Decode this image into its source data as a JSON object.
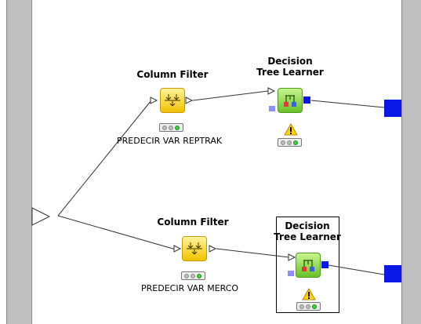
{
  "workflow": {
    "nodes": [
      {
        "id": "cf1",
        "name_lines": [
          "Column Filter"
        ],
        "comment": "PREDECIR VAR REPTRAK",
        "icon": "column-filter-icon",
        "status": "green",
        "warning": false
      },
      {
        "id": "dt1",
        "name_lines": [
          "Decision",
          "Tree Learner"
        ],
        "comment": "",
        "icon": "decision-tree-icon",
        "status": "green",
        "warning": true
      },
      {
        "id": "cf2",
        "name_lines": [
          "Column Filter"
        ],
        "comment": "PREDECIR VAR MERCO",
        "icon": "column-filter-icon",
        "status": "green",
        "warning": false
      },
      {
        "id": "dt2",
        "name_lines": [
          "Decision",
          "Tree Learner"
        ],
        "comment": "",
        "icon": "decision-tree-icon",
        "status": "green",
        "warning": true,
        "selected": true
      }
    ]
  },
  "colors": {
    "panel": "#c0c0c0",
    "model_port": "#0a18e6",
    "manipulator": "#f2c200",
    "learner": "#67c227",
    "status_ok": "#38d538",
    "warning": "#ffd400"
  }
}
